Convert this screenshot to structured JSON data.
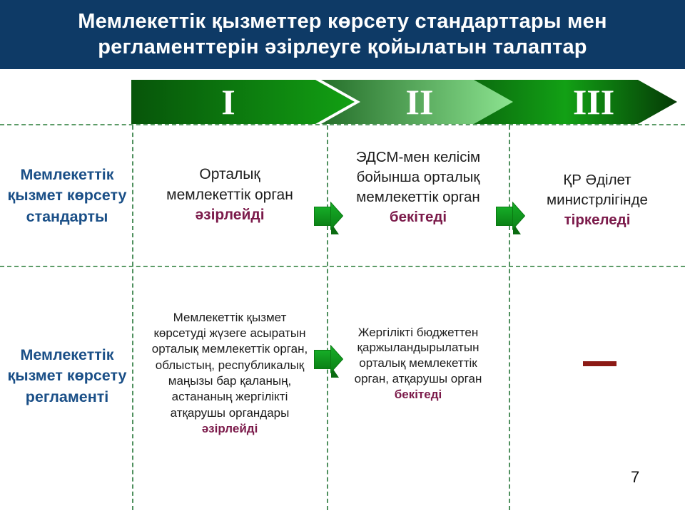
{
  "header": {
    "title_lines": [
      "Мемлекеттік қызметтер көрсету стандарттары мен",
      "регламенттерін әзірлеуге қойылатын талаптар"
    ]
  },
  "stages": [
    {
      "numeral": "I"
    },
    {
      "numeral": "II"
    },
    {
      "numeral": "III"
    }
  ],
  "rows": [
    {
      "label": "Мемлекеттік қызмет көрсету стандарты",
      "cells": [
        {
          "text": "Орталық мемлекеттік орган",
          "emphasis": "әзірлейді"
        },
        {
          "text": "ЭДСМ-мен келісім бойынша орталық мемлекеттік орган",
          "emphasis": "бекітеді"
        },
        {
          "text": "ҚР Әділет министрлігінде",
          "emphasis": "тіркеледі"
        }
      ]
    },
    {
      "label": "Мемлекеттік қызмет көрсету регламенті",
      "cells": [
        {
          "text": "Мемлекеттік қызмет көрсетуді жүзеге асыратын орталық мемлекеттік орган, облыстың, республикалық маңызы бар қаланың, астананың жергілікті атқарушы органдары",
          "emphasis": "әзірлейді"
        },
        {
          "text": "Жергілікті бюджеттен қаржыландырылатын орталық мемлекеттік орган, атқарушы орган",
          "emphasis": "бекітеді"
        },
        {
          "text": "",
          "emphasis": ""
        }
      ]
    }
  ],
  "footer": {
    "page_number": "7"
  },
  "colors": {
    "header_bg": "#0e3a66",
    "label_blue": "#1a4f87",
    "emphasis_maroon": "#7b1a4a",
    "flow_arrow_green": "#0f9b1c",
    "none_dash_red": "#8c1a15",
    "grid_dash_green": "#4f905e",
    "stage1_gradient": [
      "#07550a",
      "#12a013"
    ],
    "stage2_gradient": [
      "#256f2a",
      "#92ea96"
    ],
    "stage3_gradient": [
      "#0b6b0e",
      "#12a015",
      "#053a06"
    ]
  }
}
